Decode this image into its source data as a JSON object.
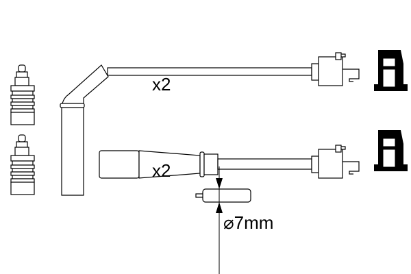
{
  "diagram": {
    "cable_groups": [
      {
        "quantity_label": "x2",
        "boot_type": "angled"
      },
      {
        "quantity_label": "x2",
        "boot_type": "straight"
      }
    ],
    "cable_diameter_label": "⌀7mm",
    "colors": {
      "line": "#000000",
      "background": "#ffffff"
    }
  }
}
